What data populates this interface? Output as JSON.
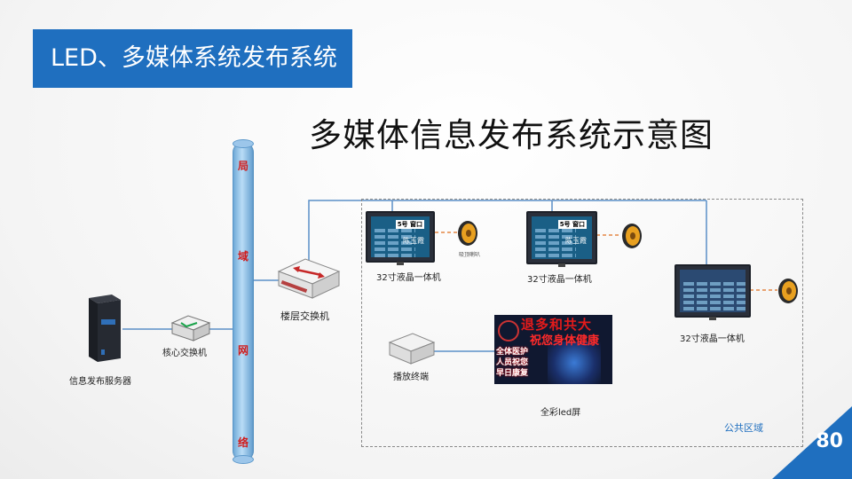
{
  "header": {
    "title": "LED、多媒体系统发布系统"
  },
  "diagram": {
    "title": "多媒体信息发布系统示意图"
  },
  "network": {
    "pipe_chars": [
      "局",
      "域",
      "网",
      "络"
    ]
  },
  "nodes": {
    "server": "信息发布服务器",
    "core_switch": "核心交换机",
    "floor_switch": "楼层交换机",
    "lcd1": "32寸液晶一体机",
    "lcd2": "32寸液晶一体机",
    "lcd3": "32寸液晶一体机",
    "speaker_small": "吸顶喇叭",
    "player": "播放终端",
    "led_screen": "全彩led屏",
    "public_area": "公共区域"
  },
  "lcd_screen": {
    "window_tag1": "5号 窗口",
    "window_tag2": "5号 窗口",
    "name1": "陈玉霞",
    "name2": "陈玉霞"
  },
  "led_content": {
    "top": "退多和共大",
    "middle": "祝您身体健康",
    "left_lines": [
      "全体医护",
      "人员祝您",
      "早日康复"
    ]
  },
  "page": {
    "number": "80"
  },
  "colors": {
    "accent": "#1f6fbf",
    "line": "#5b8fc7",
    "dashed": "#e07020"
  }
}
